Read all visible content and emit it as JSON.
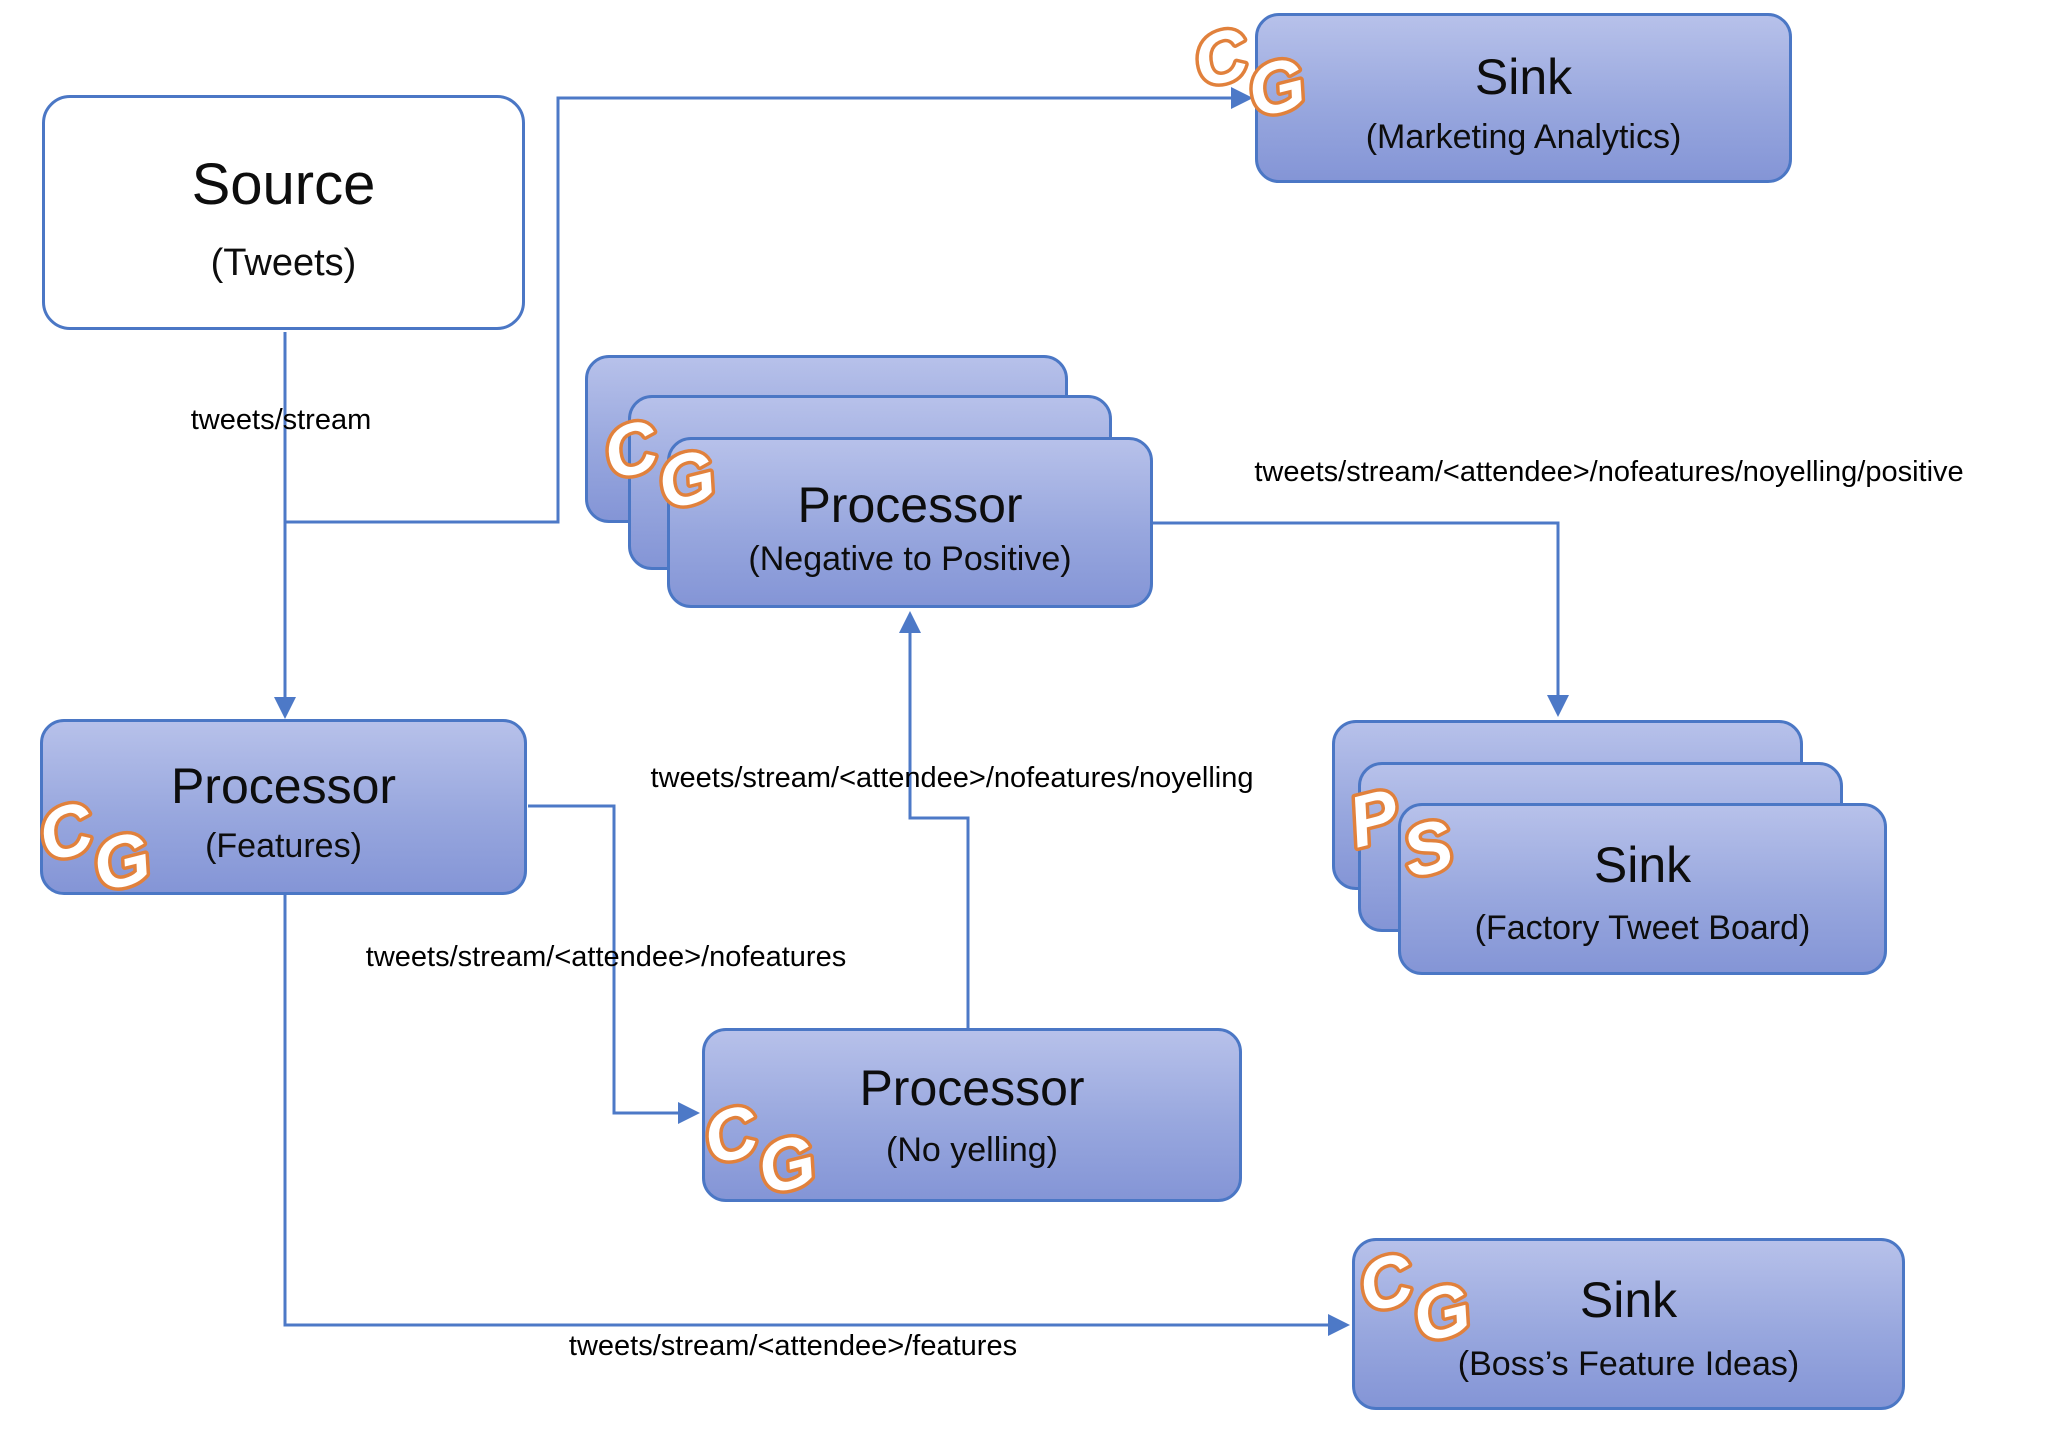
{
  "diagram": {
    "nodes": {
      "source": {
        "title": "Source",
        "subtitle": "(Tweets)"
      },
      "sink_marketing": {
        "title": "Sink",
        "subtitle": "(Marketing Analytics)",
        "logo": "CG"
      },
      "processor_negpos": {
        "title": "Processor",
        "subtitle": "(Negative to Positive)",
        "logo": "CG"
      },
      "processor_features": {
        "title": "Processor",
        "subtitle": "(Features)",
        "logo": "CG"
      },
      "processor_noyelling": {
        "title": "Processor",
        "subtitle": "(No yelling)",
        "logo": "CG"
      },
      "sink_factory": {
        "title": "Sink",
        "subtitle": "(Factory Tweet Board)",
        "logo": "PS"
      },
      "sink_boss": {
        "title": "Sink",
        "subtitle": "(Boss’s Feature Ideas)",
        "logo": "CG"
      }
    },
    "edge_labels": {
      "source_to_features": "tweets/stream",
      "features_to_noyelling": "tweets/stream/<attendee>/nofeatures",
      "noyelling_to_negpos": "tweets/stream/<attendee>/nofeatures/noyelling",
      "negpos_to_factory": "tweets/stream/<attendee>/nofeatures/noyelling/positive",
      "features_to_boss": "tweets/stream/<attendee>/features"
    },
    "colors": {
      "connector_line": "#4d79c7",
      "node_border": "#4b77c5",
      "node_fill_top": "#b7c1ea",
      "node_fill_bottom": "#8495d6",
      "source_fill": "#ffffff",
      "logo_orange": "#e1813c",
      "text": "#000000"
    }
  }
}
